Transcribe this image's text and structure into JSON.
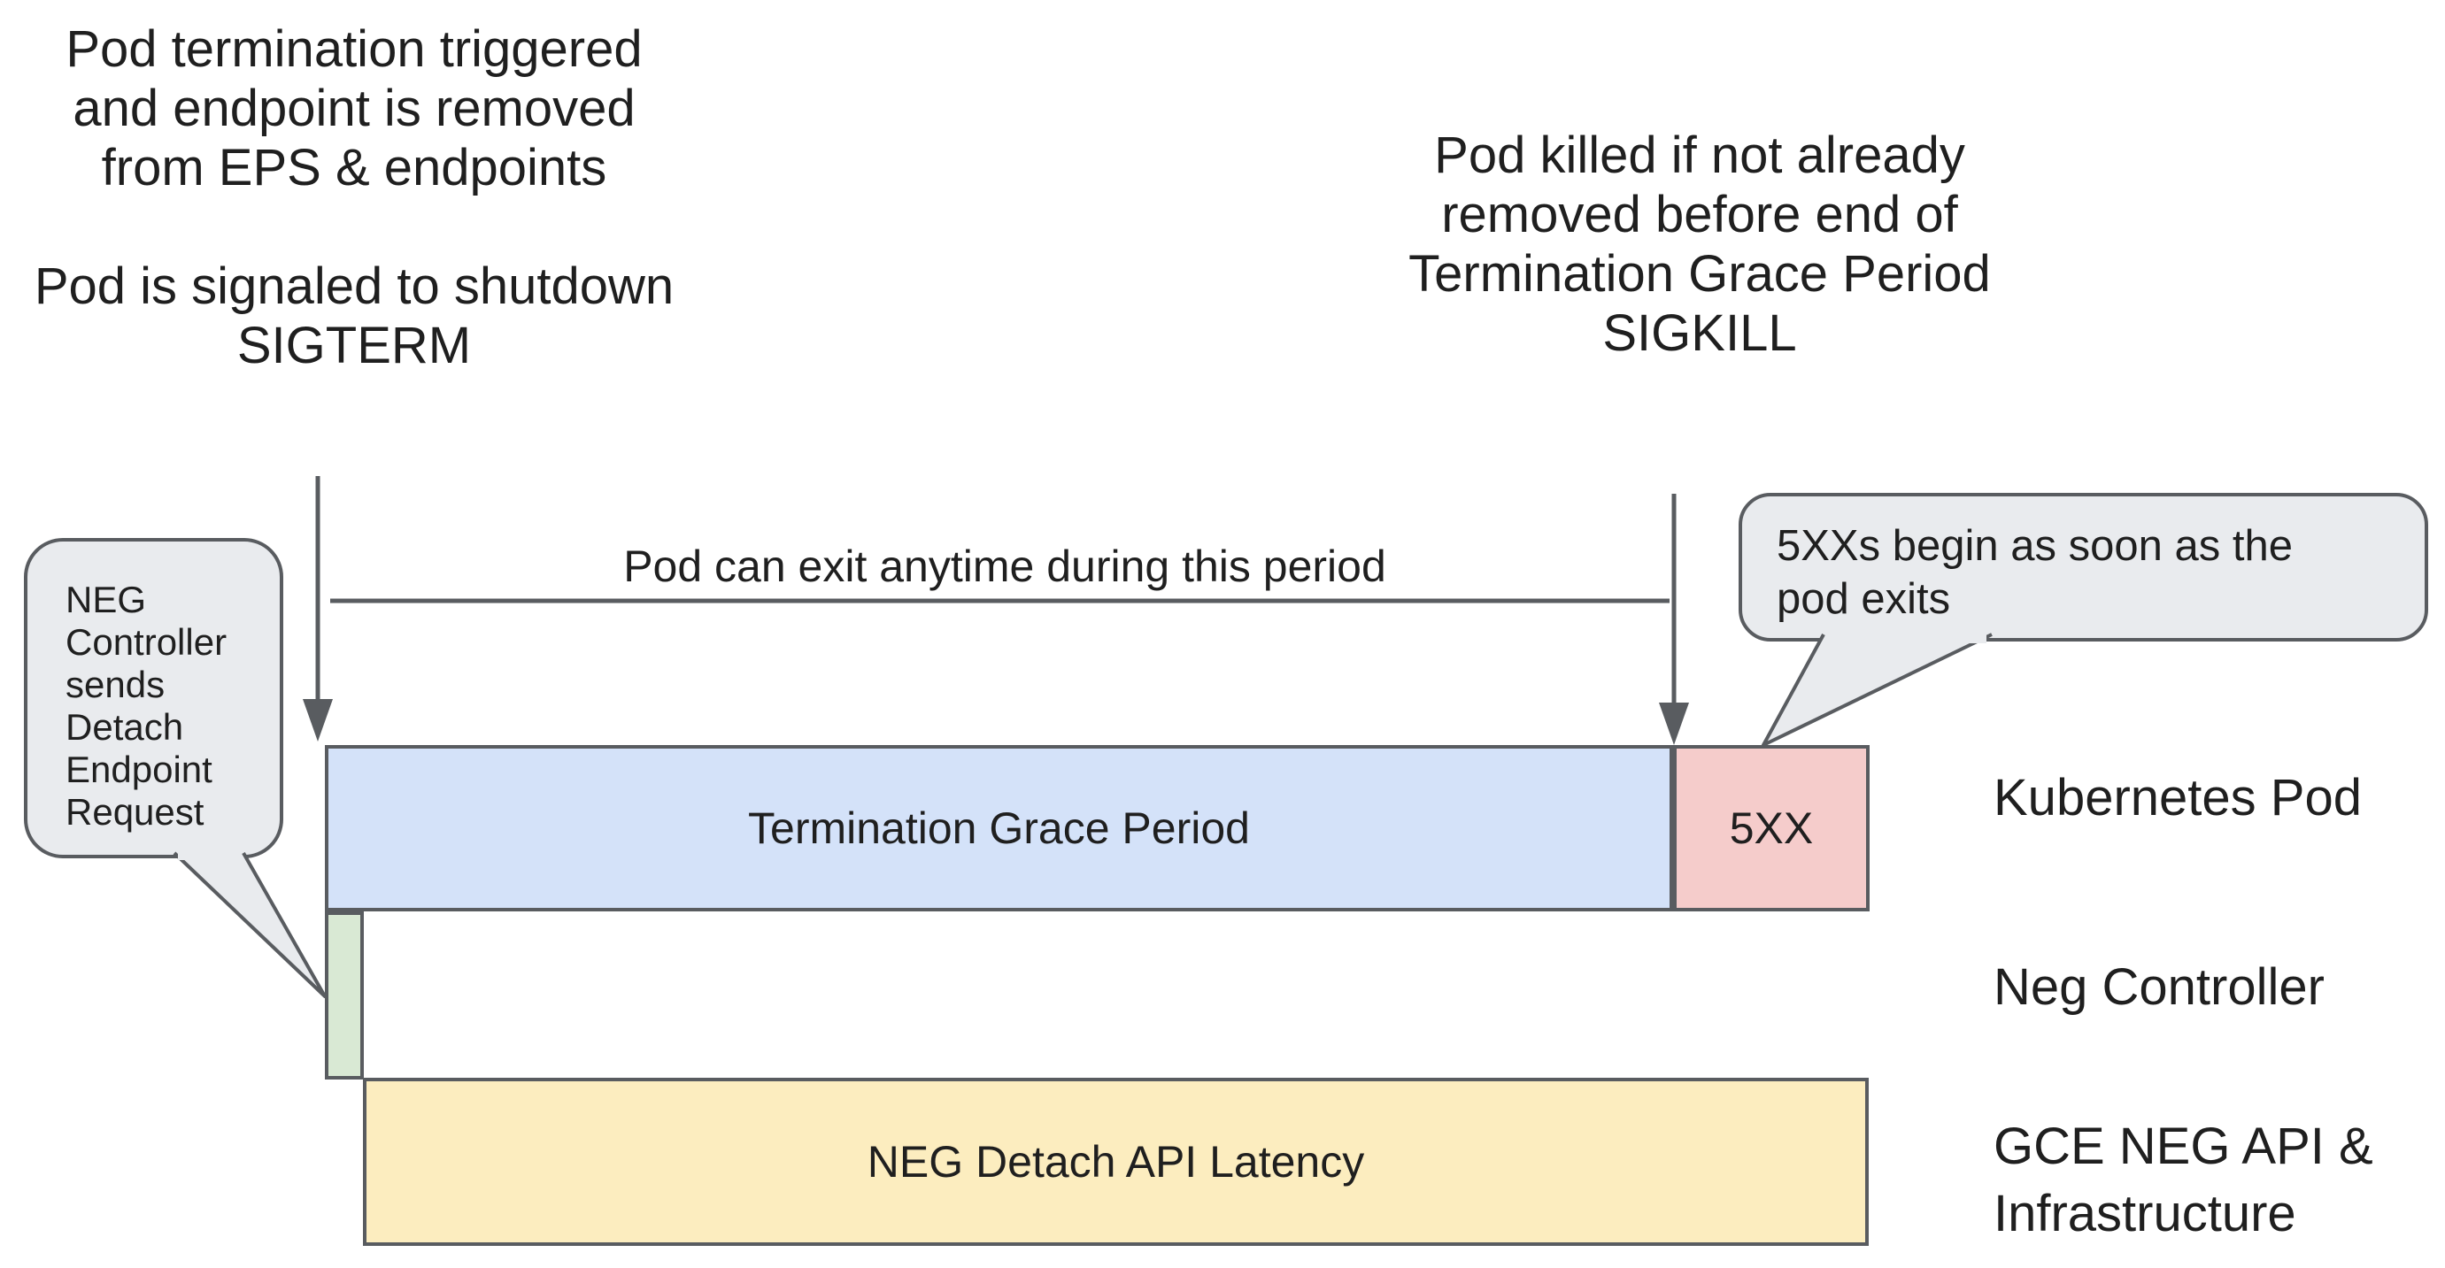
{
  "colors": {
    "stroke": "#595c60",
    "text": "#1f1f1f",
    "blue_fill": "#d4e2f9",
    "pink_fill": "#f5cccb",
    "green_fill": "#d9e9d4",
    "yellow_fill": "#fcedbf",
    "bubble_fill": "#e9ebee"
  },
  "annotations": {
    "top_left": {
      "para1": [
        "Pod termination triggered",
        "and endpoint is removed",
        "from EPS & endpoints"
      ],
      "para2": [
        "Pod is signaled to shutdown",
        "SIGTERM"
      ]
    },
    "top_right": {
      "lines": [
        "Pod killed if not already",
        "removed before end of",
        "Termination Grace Period",
        "SIGKILL"
      ]
    },
    "period_label": "Pod can exit anytime during this period"
  },
  "bubbles": {
    "left": {
      "lines": [
        "NEG",
        "Controller",
        "sends",
        "Detach",
        "Endpoint",
        "Request"
      ]
    },
    "right": {
      "lines": [
        "5XXs begin as soon as the",
        "pod exits"
      ]
    }
  },
  "timeline": {
    "termination_grace_period": {
      "label": "Termination Grace Period"
    },
    "five_xx": {
      "label": "5XX"
    },
    "neg_detach_api_latency": {
      "label": "NEG Detach API Latency"
    }
  },
  "lanes": {
    "kubernetes_pod": "Kubernetes Pod",
    "neg_controller": "Neg Controller",
    "gce_neg_api_line1": "GCE NEG API &",
    "gce_neg_api_line2": "Infrastructure"
  }
}
